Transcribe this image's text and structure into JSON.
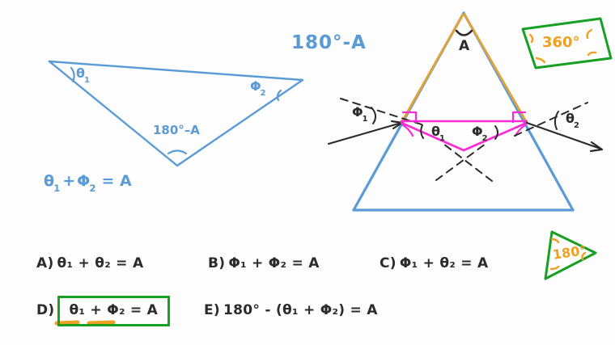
{
  "title": "Prism deviation angle derivation — handwritten whiteboard",
  "left_diagram": {
    "name": "auxiliary-triangle",
    "stroke_color": "#5b9bd5",
    "vertex_angle_labels": [
      {
        "id": "theta1",
        "text": "θ",
        "sub": "1",
        "arc": "mark-open-left"
      },
      {
        "id": "phi2",
        "text": "Φ",
        "sub": "2",
        "arc": "mark-open-right"
      },
      {
        "id": "bottom",
        "text": "180°–A",
        "arc": "mark-arc-bottom"
      }
    ],
    "equation": "θ₁ + Φ₂ = A",
    "equation_parts": {
      "a": "θ",
      "a_sub": "1",
      "plus": "+",
      "b": "Φ",
      "b_sub": "2",
      "eq": "= A"
    }
  },
  "top_label": {
    "name": "one-eighty-minus-a",
    "text": "180°-A",
    "color": "#5b9bd5"
  },
  "prism_diagram": {
    "name": "prism-ray-diagram",
    "prism_color": "#5b9bd5",
    "refracting_faces_color": "#e0a33c",
    "ray_color": "#ff2ad4",
    "normal_color": "#2b2b2b",
    "apex_label": "A",
    "labels": [
      {
        "id": "phi1",
        "text": "Φ",
        "sub": "1",
        "arc": "("
      },
      {
        "id": "theta1",
        "text": "θ",
        "sub": "1",
        "arc": ")"
      },
      {
        "id": "phi2",
        "text": "Φ",
        "sub": "2",
        "arc": "("
      },
      {
        "id": "theta2",
        "text": "θ",
        "sub": "2",
        "arc": ")"
      }
    ]
  },
  "annotations": {
    "quad_note": {
      "name": "quadrilateral-360-note",
      "text": "360°",
      "shape": "quadrilateral",
      "outline_color": "#17a023",
      "text_color": "#f0a020"
    },
    "tri_note": {
      "name": "triangle-180-note",
      "text": "180°",
      "shape": "triangle",
      "outline_color": "#17a023",
      "text_color": "#f0a020"
    }
  },
  "answers": {
    "highlight_color": "#17a023",
    "underline_color": "#f0a020",
    "options": [
      {
        "key": "A)",
        "text": "θ₁ + θ₂ = A",
        "selected": false
      },
      {
        "key": "B)",
        "text": "Φ₁ + Φ₂ = A",
        "selected": false
      },
      {
        "key": "C)",
        "text": "Φ₁ + θ₂ = A",
        "selected": false
      },
      {
        "key": "D)",
        "text": "θ₁ + Φ₂ = A",
        "selected": true
      },
      {
        "key": "E)",
        "text": "180° - (θ₁ + Φ₂) = A",
        "selected": false
      }
    ]
  }
}
